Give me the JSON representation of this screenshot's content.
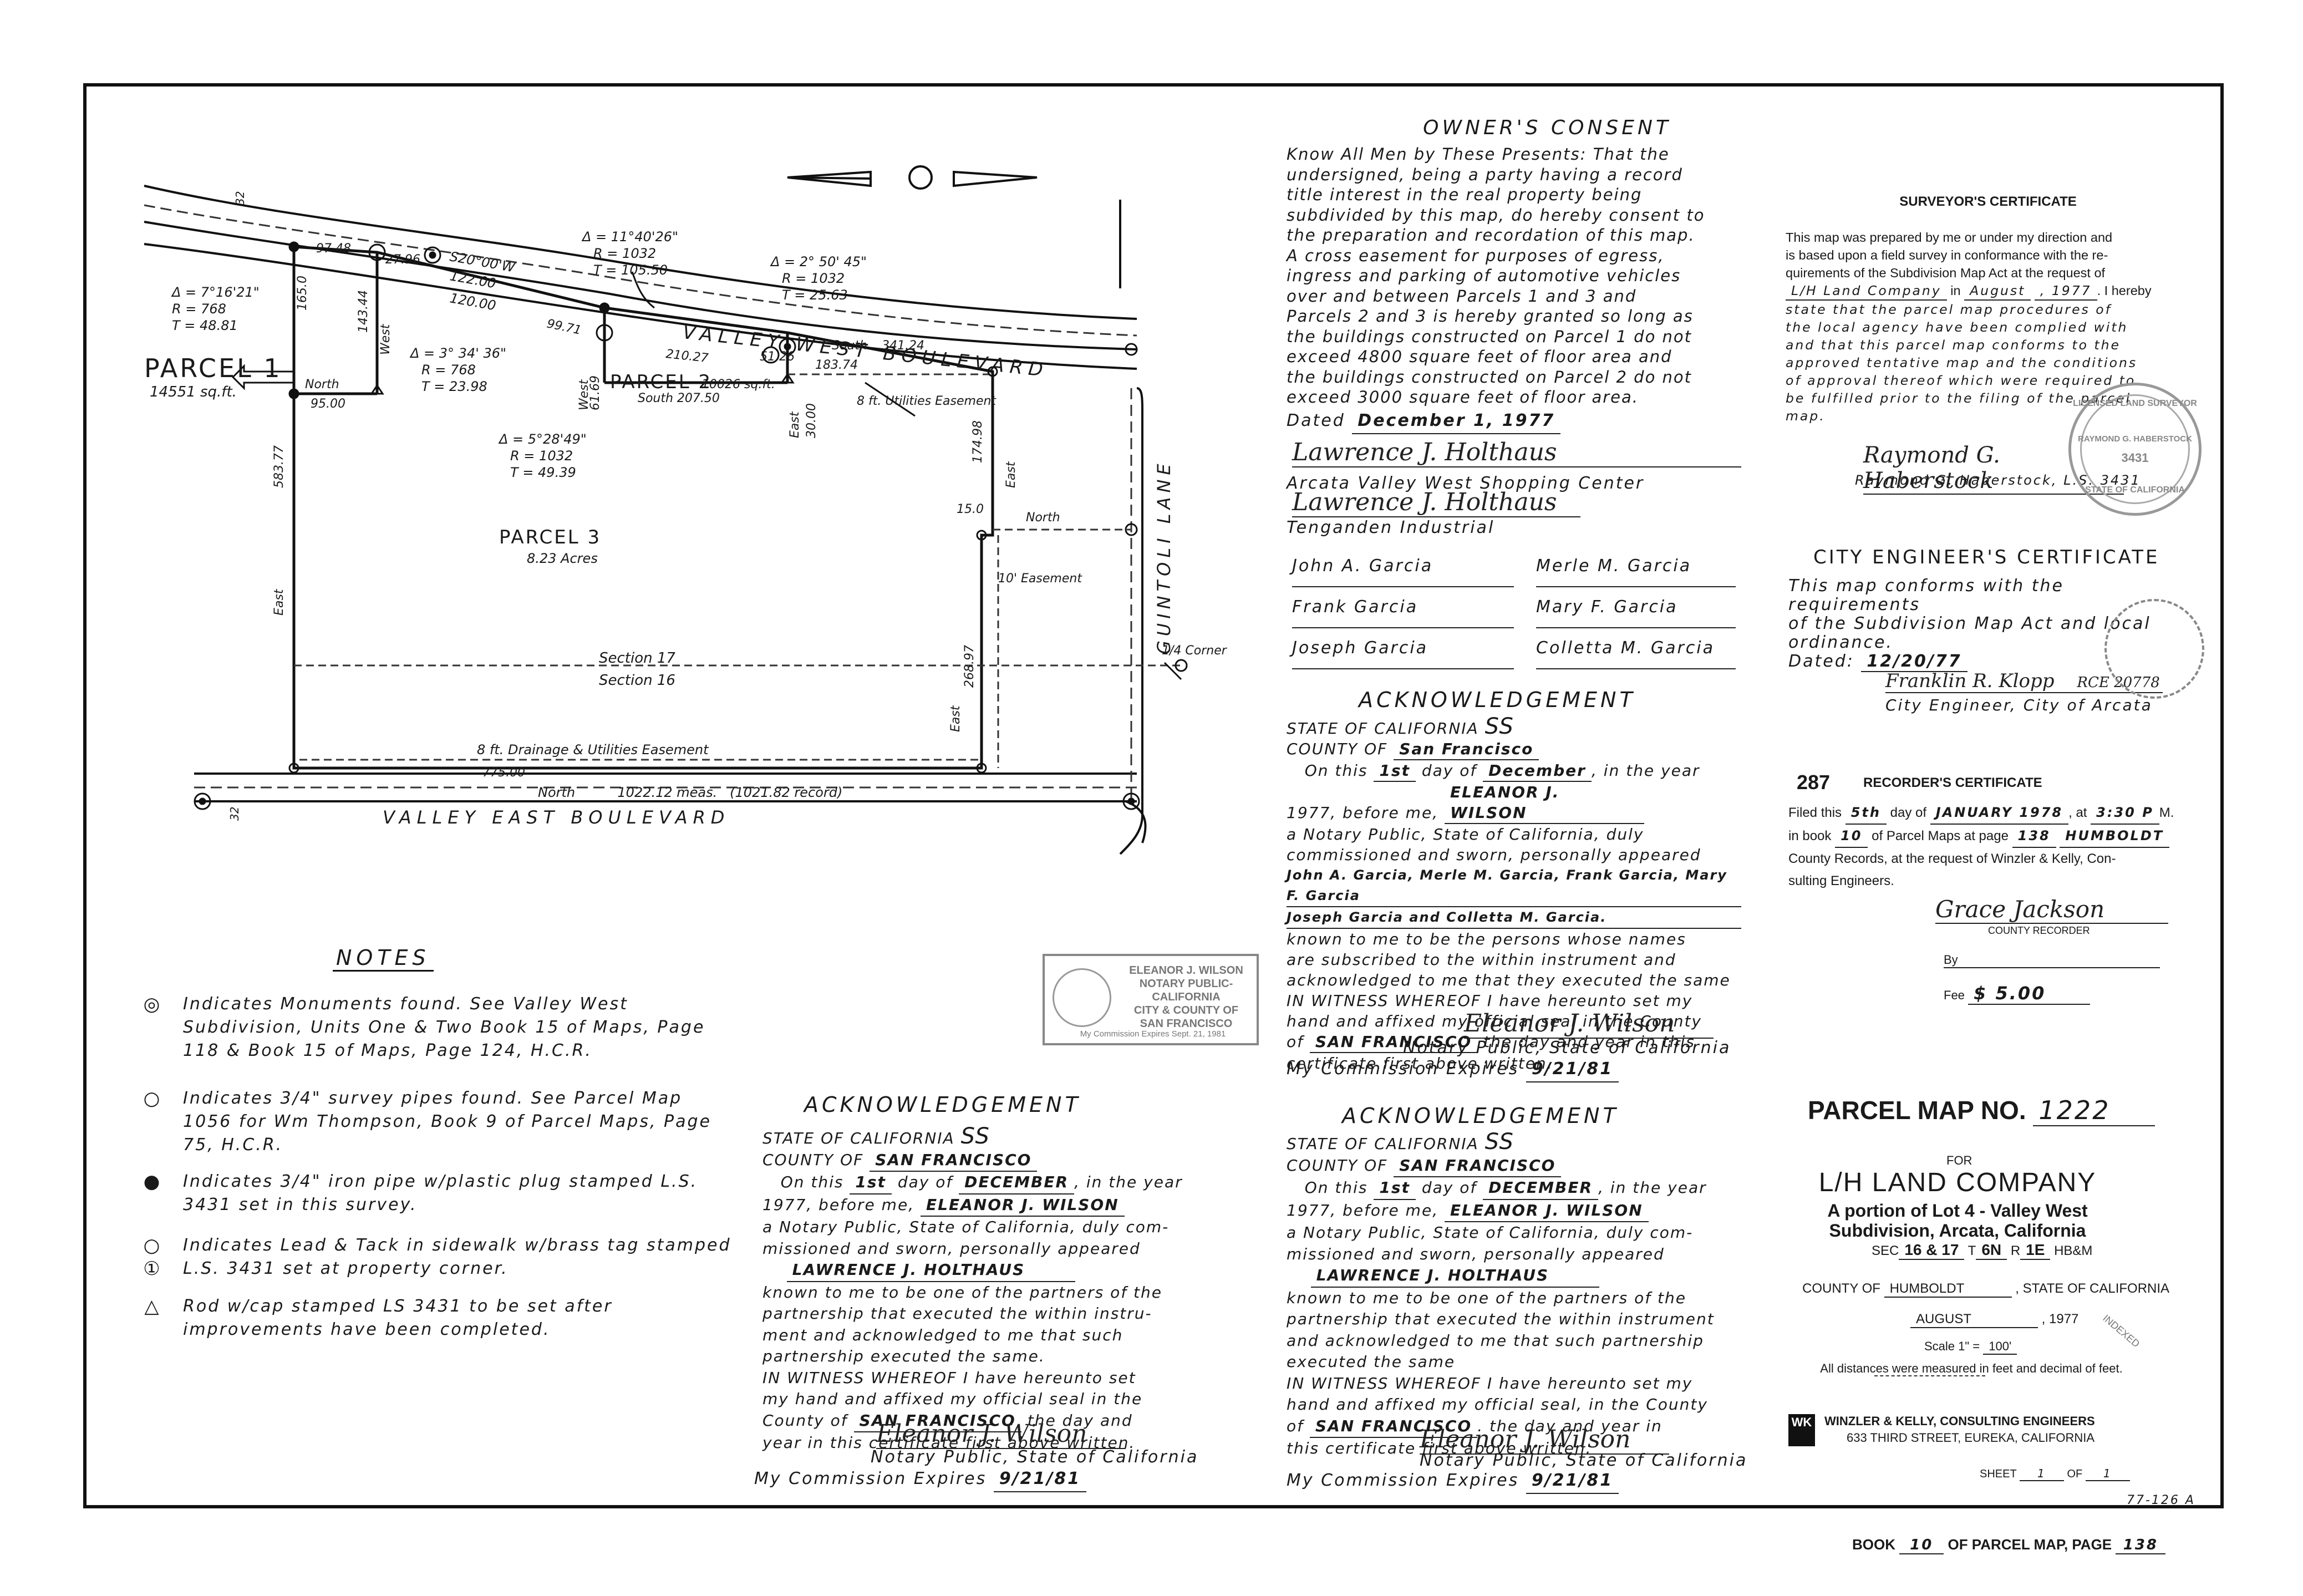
{
  "map": {
    "parcel1": "PARCEL 1",
    "parcel1_area": "14551 sq.ft.",
    "parcel2": "PARCEL 2",
    "parcel2_area": "10026 sq.ft.",
    "parcel3": "PARCEL 3",
    "parcel3_area": "8.23 Acres",
    "street_top": "VALLEY WEST BOULEVARD",
    "street_bottom": "VALLEY EAST BOULEVARD",
    "street_side": "GUINTOLI LANE",
    "curve1": [
      "Δ = 7°16'21\"",
      "R = 768",
      "T = 48.81"
    ],
    "curve2": [
      "Δ = 3° 34' 36\"",
      "R = 768",
      "T = 23.98"
    ],
    "curve3": [
      "Δ = 11°40'26\"",
      "R = 1032",
      "T = 105.50"
    ],
    "curve4": [
      "Δ = 2° 50' 45\"",
      "R = 1032",
      "T = 25.63"
    ],
    "curve5": [
      "Δ = 5°28'49\"",
      "R = 1032",
      "T = 49.39"
    ],
    "bearing_top": "S20°00'W",
    "dim_122": "122.00",
    "dim_120": "120.00",
    "dim_9748": "97.48",
    "dim_2796": "27.96",
    "dim_9971": "99.71",
    "dim_21027": "210.27",
    "dim_5126": "51.26",
    "dim_18374": "183.74",
    "dim_34124": "341.24",
    "south": "South",
    "dim_1650": "165.0",
    "dim_14344": "143.44",
    "west": "West",
    "north": "North",
    "dim_9500": "95.00",
    "dim_6169": "61.69",
    "south_20750": "South 207.50",
    "east": "East",
    "dim_3000": "30.00",
    "util_easement": "8 ft. Utilities Easement",
    "dim_17498": "174.98",
    "dim_1500": "15.0",
    "easement_10": "10' Easement",
    "dim_58377": "583.77",
    "dim_26897": "268.97",
    "section17": "Section 17",
    "section16": "Section 16",
    "quarter_corner": "1/4 Corner",
    "drainage": "8 ft. Drainage & Utilities Easement",
    "dim_77500": "775.00",
    "bottom_line": "North          1022.12 meas.   (1021.82 record)",
    "sec_a": "32",
    "sec_b": "32"
  },
  "notes": {
    "title": "NOTES",
    "items": [
      {
        "symbol": "◎",
        "text": "Indicates Monuments found. See Valley West Subdivision, Units One & Two Book 15 of Maps, Page 118 & Book 15 of Maps, Page 124, H.C.R."
      },
      {
        "symbol": "○",
        "text": "Indicates 3/4\" survey pipes found. See Parcel Map 1056 for Wm Thompson, Book 9 of Parcel Maps, Page 75, H.C.R."
      },
      {
        "symbol": "●",
        "text": "Indicates 3/4\" iron pipe w/plastic plug stamped L.S. 3431 set in this survey."
      },
      {
        "symbol": "○ ①",
        "text": "Indicates Lead & Tack in sidewalk w/brass tag stamped L.S. 3431 set at property corner."
      },
      {
        "symbol": "△",
        "text": "Rod w/cap stamped LS 3431 to be set after improvements have been completed."
      }
    ]
  },
  "notary_seal": {
    "line1": "ELEANOR J. WILSON",
    "line2": "NOTARY PUBLIC-CALIFORNIA",
    "line3": "CITY & COUNTY OF",
    "line4": "SAN FRANCISCO",
    "line5": "My Commission Expires Sept. 21, 1981"
  },
  "owners_consent": {
    "title": "OWNER'S CONSENT",
    "body": "Know All Men by These Presents: That the undersigned, being a party having a record title interest in the real property being subdivided by this map, do hereby consent to the preparation and recordation of this map. A cross easement for purposes of egress, ingress and parking of automotive vehicles over and between Parcels 1 and 3 and Parcels 2 and 3 is hereby granted so long as the buildings constructed on Parcel 1 do not exceed 4800 square feet of floor area and the buildings constructed on Parcel 2 do not exceed 3000 square feet of floor area.",
    "dated_label": "Dated",
    "dated_value": "December 1, 1977",
    "sig1": "Lawrence J. Holthaus",
    "org1": "Arcata Valley West Shopping Center",
    "sig2": "Lawrence J. Holthaus",
    "org2": "Tenganden Industrial",
    "names_left": [
      "John A. Garcia",
      "Frank Garcia",
      "Joseph Garcia"
    ],
    "names_right": [
      "Merle M. Garcia",
      "Mary F. Garcia",
      "Colletta M. Garcia"
    ]
  },
  "ack_top": {
    "title": "ACKNOWLEDGEMENT",
    "state": "STATE OF CALIFORNIA",
    "county": "COUNTY OF",
    "county_value": "San Francisco",
    "ss": "SS",
    "l1a": "On this",
    "day": "1st",
    "l1b": "day of",
    "month": "December",
    "l1c": ", in the year",
    "l2a": "1977, before me,",
    "notary": "ELEANOR J. WILSON",
    "l3": "a Notary Public, State of California, duly",
    "l4": "commissioned and sworn, personally appeared",
    "persons1": "John A. Garcia, Merle M. Garcia, Frank Garcia, Mary F. Garcia",
    "persons2": "Joseph Garcia and Colletta M. Garcia.",
    "l5": "known to me to be the persons whose names",
    "l6": "are subscribed to the within instrument and",
    "l7": "acknowledged to me that they executed the same",
    "l8": "IN WITNESS WHEREOF I have hereunto set my",
    "l9": "hand and affixed my official seal in the County",
    "l10a": "of",
    "l10_county": "SAN FRANCISCO",
    "l10b": "the day and year in this",
    "l11": "certificate first above written.",
    "sig": "Eleanor J. Wilson",
    "np": "Notary Public, State of California",
    "exp_label": "My Commission Expires",
    "exp": "9/21/81"
  },
  "ack_left": {
    "title": "ACKNOWLEDGEMENT",
    "state": "STATE OF CALIFORNIA",
    "county": "COUNTY OF",
    "county_value": "SAN FRANCISCO",
    "ss": "SS",
    "l1a": "On this",
    "day": "1st",
    "l1b": "day of",
    "month": "DECEMBER",
    "l1c": ", in the year",
    "l2a": "1977, before me,",
    "notary": "ELEANOR J. WILSON",
    "l3": "a Notary Public, State of California, duly com-",
    "l4": "missioned and sworn, personally appeared",
    "person": "LAWRENCE J. HOLTHAUS",
    "l5": "known to me to be one of the partners of the",
    "l6": "partnership that executed the within instru-",
    "l7": "ment and acknowledged to me that such",
    "l8": "partnership executed the same.",
    "l9": "IN WITNESS WHEREOF I have hereunto set",
    "l10": "my hand and affixed my official seal in the",
    "l11a": "County of",
    "l11_county": "SAN FRANCISCO",
    "l11b": "the day and",
    "l12": "year in this certificate first above written.",
    "sig": "Eleanor J. Wilson",
    "np": "Notary Public, State of California",
    "exp_label": "My Commission Expires",
    "exp": "9/21/81"
  },
  "ack_right": {
    "title": "ACKNOWLEDGEMENT",
    "state": "STATE OF CALIFORNIA",
    "county": "COUNTY OF",
    "county_value": "SAN FRANCISCO",
    "ss": "SS",
    "l1a": "On this",
    "day": "1st",
    "l1b": "day of",
    "month": "DECEMBER",
    "l1c": ", in the year",
    "l2a": "1977, before me,",
    "notary": "ELEANOR J. WILSON",
    "l3": "a Notary Public, State of California, duly com-",
    "l4": "missioned and sworn, personally appeared",
    "person": "LAWRENCE J. HOLTHAUS",
    "l5": "known to me to be one of the partners of the",
    "l6": "partnership that executed the within instrument",
    "l7": "and acknowledged to me that such partnership",
    "l8": "executed the same",
    "l9": "IN WITNESS WHEREOF I have hereunto set my",
    "l10": "hand and affixed my official seal, in the County",
    "l11a": "of",
    "l11_county": "SAN FRANCISCO",
    "l11b": ". the day and year in",
    "l12": "this certificate first above written.",
    "sig": "Eleanor J. Wilson",
    "np": "Notary Public, State of California",
    "exp_label": "My Commission Expires",
    "exp": "9/21/81"
  },
  "surveyor": {
    "title": "SURVEYOR'S CERTIFICATE",
    "t1": "This map was prepared by me or under my direction and",
    "t2": "is based upon a field survey in conformance with the re-",
    "t3": "quirements of the Subdivision Map Act at the request of",
    "client": "L/H Land Company",
    "in": "in",
    "month": "August",
    "year": ", 1977",
    "t4": ". I hereby",
    "t5": "state that the parcel map procedures of",
    "t6": "the local agency have been complied with",
    "t7": "and that this parcel map conforms to the",
    "t8": "approved tentative map and the conditions",
    "t9": "of approval thereof which were required to",
    "t10": "be fulfilled prior to the filing of the parcel",
    "t11": "map.",
    "sig": "Raymond G. Haberstock",
    "name": "Raymond G. Haberstock, L.S. 3431",
    "seal_outer": "LICENSED LAND SURVEYOR",
    "seal_name": "RAYMOND G. HABERSTOCK",
    "seal_no": "3431",
    "seal_state": "STATE OF CALIFORNIA"
  },
  "city_engineer": {
    "title": "CITY ENGINEER'S CERTIFICATE",
    "t1": "This map conforms with the requirements",
    "t2": "of the Subdivision Map Act and local",
    "t3": "ordinance.",
    "dated": "Dated:",
    "date": "12/20/77",
    "sig": "Franklin R. Klopp",
    "rce": "RCE 20778",
    "title2": "City Engineer, City of Arcata"
  },
  "recorder": {
    "num": "287",
    "title": "RECORDER'S CERTIFICATE",
    "filed": "Filed this",
    "day": "5th",
    "dayof": "day of",
    "month": "JANUARY 1978",
    "at": ", at",
    "time": "3:30 P",
    "m": "M.",
    "inbook": "in book",
    "book": "10",
    "ofpm": "of Parcel Maps at page",
    "page": "138",
    "county": "HUMBOLDT",
    "t2": "County Records, at the request of Winzler & Kelly, Con-",
    "t3": "sulting Engineers.",
    "sig": "Grace Jackson",
    "cr": "COUNTY RECORDER",
    "by": "By",
    "fee": "Fee",
    "fee_value": "$ 5.00"
  },
  "title_block": {
    "pm_label": "PARCEL MAP NO.",
    "pm_no": "1222",
    "for": "FOR",
    "company": "L/H LAND COMPANY",
    "desc1": "A portion of Lot 4 - Valley West",
    "desc2": "Subdivision, Arcata, California",
    "sec": "SEC",
    "sec_val": "16 & 17",
    "t": "T",
    "t_val": "6N",
    "r": "R",
    "r_val": "1E",
    "hbm": "HB&M",
    "county_of": "COUNTY OF",
    "county_val": "HUMBOLDT",
    "state": ", STATE OF CALIFORNIA",
    "month": "AUGUST",
    "year": ", 1977",
    "scale_label": "Scale 1\" =",
    "scale_val": "100'",
    "distances": "All distances were measured in feet and decimal of feet.",
    "wk": "WK",
    "firm": "WINZLER & KELLY, CONSULTING ENGINEERS",
    "address": "633 THIRD STREET, EUREKA, CALIFORNIA",
    "sheet": "SHEET",
    "sheet_no": "1",
    "of": "OF",
    "sheet_total": "1",
    "ref": "77-126 A",
    "indexed": "INDEXED"
  },
  "footer": {
    "book": "BOOK",
    "book_no": "10",
    "of_pm": "OF PARCEL MAP, PAGE",
    "page": "138"
  }
}
